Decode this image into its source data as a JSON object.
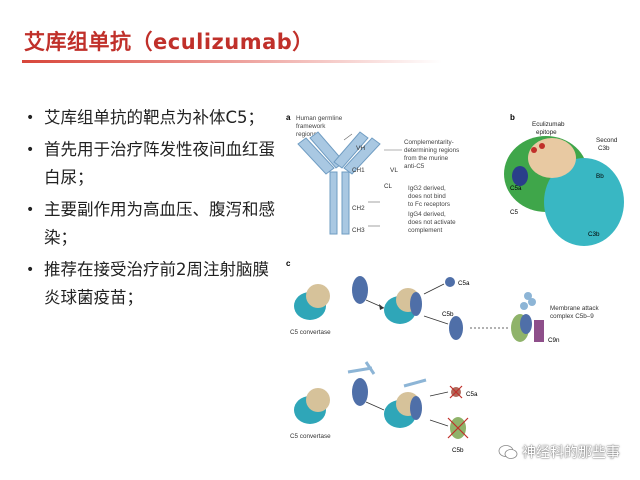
{
  "slide": {
    "title": "艾库组单抗（eculizumab）",
    "bullets": [
      "艾库组单抗的靶点为补体C5；",
      "首先用于治疗阵发性夜间血红蛋白尿；",
      "主要副作用为高血压、腹泻和感染；",
      "推荐在接受治疗前2周注射脑膜炎球菌疫苗；"
    ]
  },
  "figure": {
    "panel_a": {
      "letter": "a",
      "germline_label": [
        "Human germline",
        "framework",
        "regions"
      ],
      "cdr_label": [
        "Complementarity-",
        "determining regions",
        "from the murine",
        "anti-C5"
      ],
      "vh": "VH",
      "vl": "VL",
      "ch1": "CH1",
      "cl": "CL",
      "ch2": "CH2",
      "ch3": "CH3",
      "igg2_label": [
        "IgG2 derived,",
        "does not bind",
        "to Fc receptors"
      ],
      "igg4_label": [
        "IgG4 derived,",
        "does not activate",
        "complement"
      ]
    },
    "panel_b": {
      "letter": "b",
      "epitope_label": [
        "Eculizumab",
        "epitope"
      ],
      "second_c3b_label": [
        "Second",
        "C3b"
      ],
      "c5a": "C5a",
      "bb": "Bb",
      "c5": "C5",
      "c3b": "C3b"
    },
    "panel_c": {
      "letter": "c",
      "convertase_top": "C5 convertase",
      "c5a_top": "C5a",
      "c5b_top": "C5b",
      "mac_label": [
        "Membrane attack",
        "complex C5b–9"
      ],
      "c9n": "C9n",
      "convertase_bottom": "C5 convertase",
      "c5a_bottom": "C5a",
      "c5b_bottom": "C5b"
    }
  },
  "watermark": {
    "text": "神经科的那些事"
  },
  "colors": {
    "title": "#c0302a",
    "antibody": "#8db5d6",
    "convertase_teal": "#2fa6b8",
    "convertase_tan": "#d6c29a",
    "c5_blue": "#4f6fa8",
    "c9_purple": "#8e4f8a",
    "c5b_green": "#8fb36a"
  }
}
